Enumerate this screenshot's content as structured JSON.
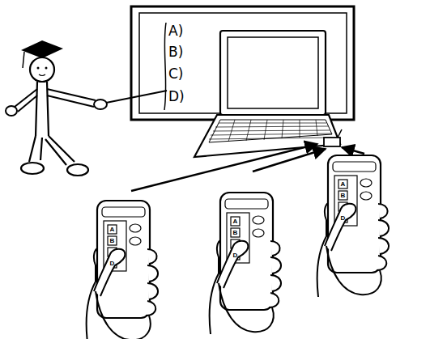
{
  "diagram": {
    "nodes": [
      {
        "text": [
          "A)",
          "B)",
          "C)",
          "D)"
        ]
      },
      {
        "text": [
          "A",
          "B",
          "D"
        ]
      },
      {
        "text": [
          "A",
          "B",
          "D"
        ]
      },
      {
        "text": [
          "A",
          "B",
          "D"
        ]
      }
    ]
  }
}
